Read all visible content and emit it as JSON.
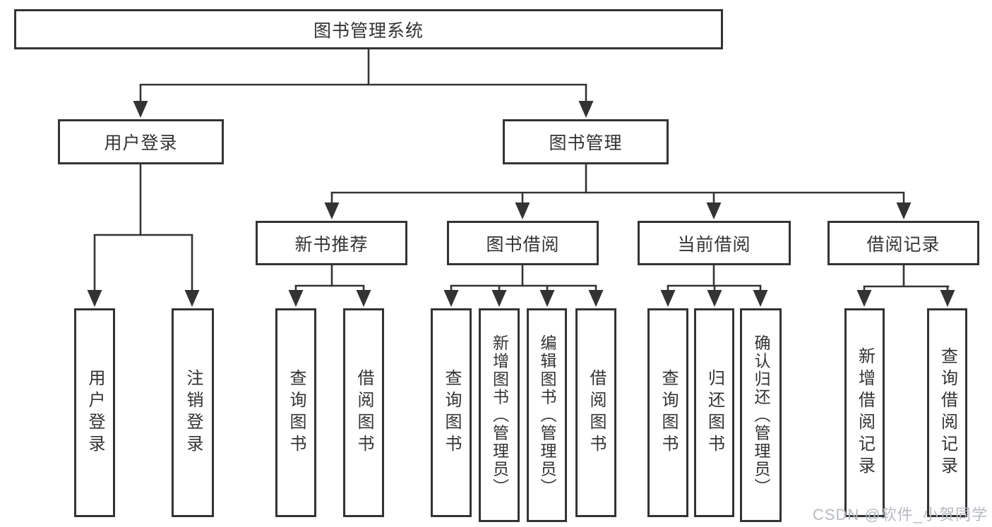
{
  "tree": {
    "label": "图书管理系统",
    "children": [
      {
        "label": "用户登录",
        "children": [
          {
            "label": "用户登录"
          },
          {
            "label": "注销登录"
          }
        ]
      },
      {
        "label": "图书管理",
        "children": [
          {
            "label": "新书推荐",
            "children": [
              {
                "label": "查询图书"
              },
              {
                "label": "借阅图书"
              }
            ]
          },
          {
            "label": "图书借阅",
            "children": [
              {
                "label": "查询图书"
              },
              {
                "label": "新增图书（管理员）"
              },
              {
                "label": "编辑图书（管理员）"
              },
              {
                "label": "借阅图书"
              }
            ]
          },
          {
            "label": "当前借阅",
            "children": [
              {
                "label": "查询图书"
              },
              {
                "label": "归还图书"
              },
              {
                "label": "确认归还（管理员）"
              }
            ]
          },
          {
            "label": "借阅记录",
            "children": [
              {
                "label": "新增借阅记录"
              },
              {
                "label": "查询借阅记录"
              }
            ]
          }
        ]
      }
    ]
  },
  "watermark": "CSDN @软件_小贺同学",
  "colors": {
    "line": "#333333",
    "text": "#333333",
    "watermark": "#b6bac0",
    "background": "#ffffff"
  }
}
